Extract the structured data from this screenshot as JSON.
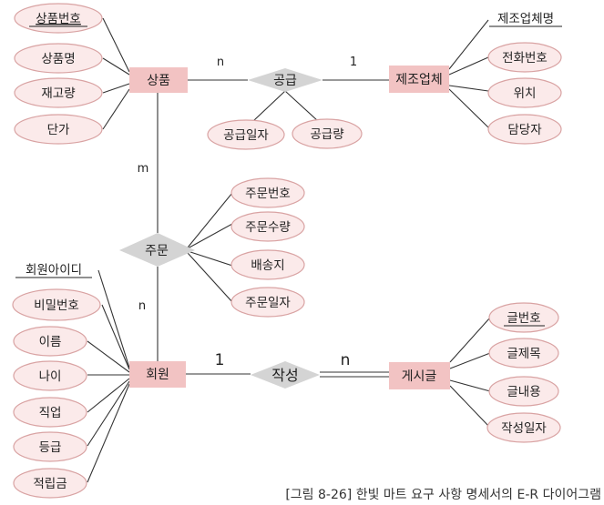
{
  "entities": {
    "product": "상품",
    "manufacturer": "제조업체",
    "member": "회원",
    "post": "게시글"
  },
  "relationships": {
    "supply": "공급",
    "order": "주문",
    "write": "작성"
  },
  "attributes": {
    "product": [
      "상품번호",
      "상품명",
      "재고량",
      "단가"
    ],
    "manufacturer": [
      "제조업체명",
      "전화번호",
      "위치",
      "담당자"
    ],
    "supply": [
      "공급일자",
      "공급량"
    ],
    "order": [
      "주문번호",
      "주문수량",
      "배송지",
      "주문일자"
    ],
    "member": [
      "회원아이디",
      "비밀번호",
      "이름",
      "나이",
      "직업",
      "등급",
      "적립금"
    ],
    "post": [
      "글번호",
      "글제목",
      "글내용",
      "작성일자"
    ]
  },
  "cardinalities": {
    "product_supply": "n",
    "supply_manufacturer": "1",
    "product_order": "m",
    "order_member": "n",
    "member_write": "1",
    "write_post": "n"
  },
  "caption": "[그림 8-26] 한빛 마트 요구 사항 명세서의 E-R 다이어그램"
}
